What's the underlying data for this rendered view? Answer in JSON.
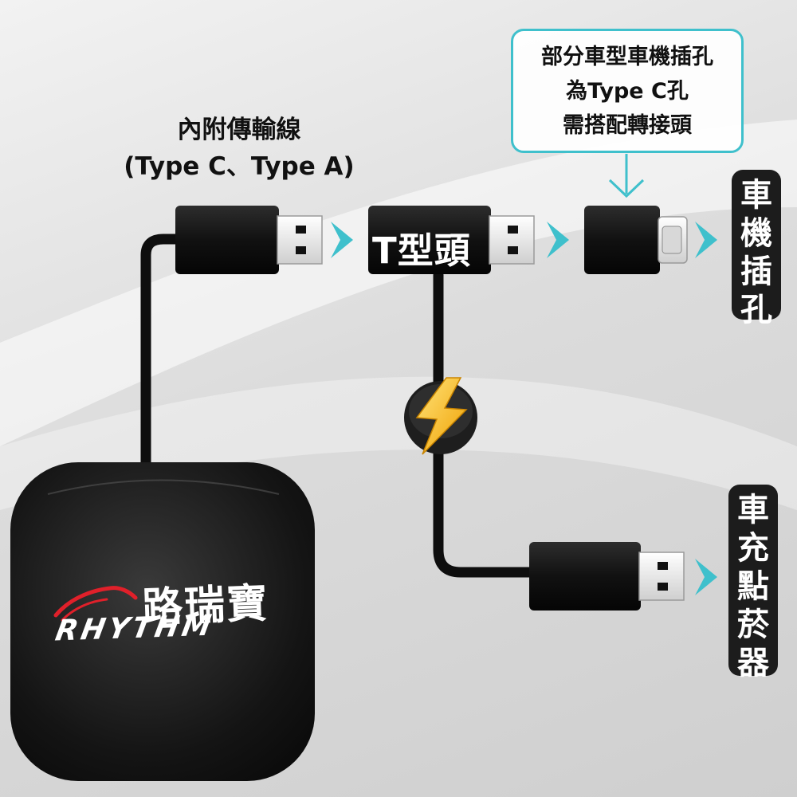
{
  "cable_label": {
    "line1": "內附傳輸線",
    "line2": "(Type C、Type A)"
  },
  "callout": {
    "line1": "部分車型車機插孔",
    "line2": "為Type C孔",
    "line3": "需搭配轉接頭"
  },
  "t_adapter_label": "T型頭",
  "car_port_label": [
    "車",
    "機",
    "插",
    "孔"
  ],
  "charger_label": [
    "車",
    "充",
    "點",
    "菸",
    "器"
  ],
  "brand": {
    "chinese": "路瑞寶",
    "english": "RHYTHM"
  },
  "colors": {
    "accent_teal": "#3fc0cc",
    "device_black": "#1a1a1a",
    "bolt_yellow": "#f5b400"
  },
  "icons": [
    "arrow-right-icon",
    "lightning-bolt-icon",
    "car-logo-icon"
  ]
}
